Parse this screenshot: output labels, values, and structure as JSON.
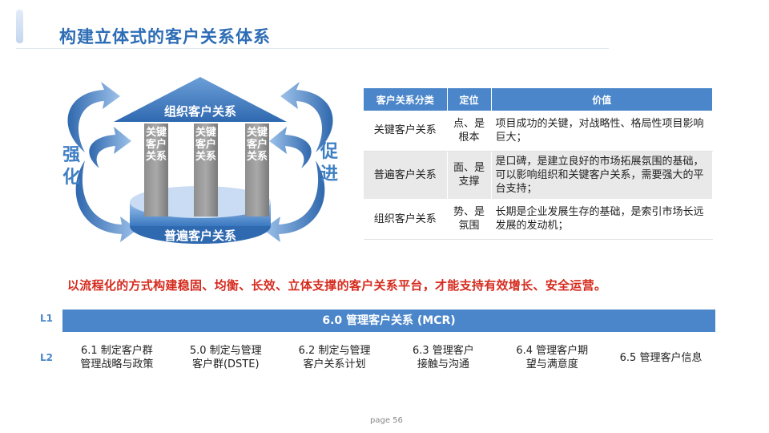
{
  "page": {
    "title": "构建立体式的客户关系体系",
    "page_number": "page 56"
  },
  "diagram": {
    "roof_label": "组织客户关系",
    "base_label": "普遍客户关系",
    "pillars": [
      "关键客户关系",
      "关键客户关系",
      "关键客户关系"
    ],
    "left_word": "强化",
    "right_word": "促进",
    "colors": {
      "primary": "#3f7fc4",
      "light": "#8fb6e4",
      "dark": "#2e64a8"
    }
  },
  "table": {
    "headers": [
      "客户关系分类",
      "定位",
      "价值"
    ],
    "rows": [
      {
        "category": "关键客户关系",
        "position": "点、是根本",
        "value": "项目成功的关键，对战略性、格局性项目影响巨大；"
      },
      {
        "category": "普遍客户关系",
        "position": "面、是支撑",
        "value": "是口碑，是建立良好的市场拓展氛围的基础，可以影响组织和关键客户关系，需要强大的平台支持；"
      },
      {
        "category": "组织客户关系",
        "position": "势、是氛围",
        "value": "长期是企业发展生存的基础，是索引市场长远发展的发动机；"
      }
    ]
  },
  "slogan": "以流程化的方式构建稳固、均衡、长效、立体支撑的客户关系平台，才能支持有效增长、安全运营。",
  "levels": {
    "l1_label": "L1",
    "l2_label": "L2",
    "l1_title": "6.0 管理客户关系 (MCR)",
    "l2_items": [
      "6.1 制定客户群管理战略与政策",
      "5.0 制定与管理客户群(DSTE)",
      "6.2 制定与管理客户关系计划",
      "6.3 管理客户接触与沟通",
      "6.4 管理客户期望与满意度",
      "6.5 管理客户信息"
    ]
  },
  "colors": {
    "title": "#2d6db5",
    "slogan": "#d52b1e",
    "bar": "#4a86c9"
  }
}
